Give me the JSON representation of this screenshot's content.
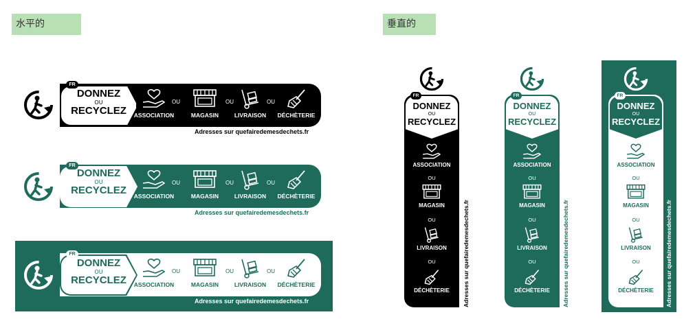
{
  "sections": {
    "horizontal_label": "水平的",
    "vertical_label": "垂直的"
  },
  "label": {
    "fr": "FR",
    "donnez": "DONNEZ",
    "ou": "OU",
    "recyclez": "RECYCLEZ"
  },
  "options": {
    "association": "ASSOCIATION",
    "magasin": "MAGASIN",
    "livraison": "LIVRAISON",
    "decheterie": "DÉCHÈTERIE",
    "ou": "OU"
  },
  "address": "Adresses sur quefairedemesdechets.fr",
  "colors": {
    "black": "#000000",
    "green": "#1e6b5c",
    "label_bg": "#b9dfb4",
    "white": "#ffffff"
  },
  "icons": [
    "recycle-triman-icon",
    "heart-hand-icon",
    "shop-icon",
    "hand-truck-icon",
    "broom-icon"
  ]
}
